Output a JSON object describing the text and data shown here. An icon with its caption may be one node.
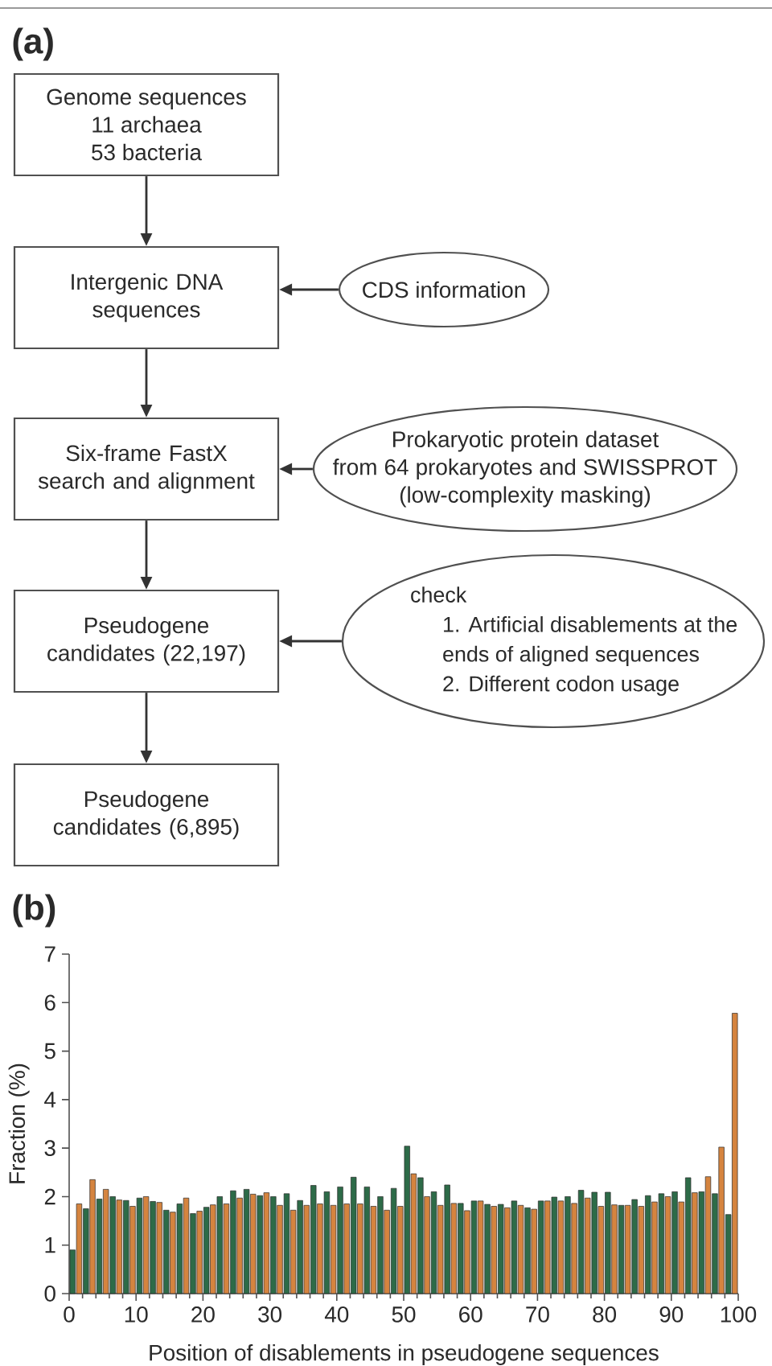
{
  "diagram": {
    "nodes": [
      {
        "text": [
          "Genome sequences",
          "11 archaea",
          "53 bacteria"
        ]
      },
      {
        "text": [
          "Intergenic DNA sequences"
        ]
      },
      {
        "text": [
          "CDS information"
        ]
      },
      {
        "text": [
          "Six-frame FastX search and alignment"
        ]
      },
      {
        "text": [
          "Prokaryotic protein dataset from 64 prokaryotes and SWISSPROT (low-complexity masking)"
        ]
      },
      {
        "text": [
          "Pseudogene candidates (22,197)"
        ]
      },
      {
        "text": [
          "check",
          "1. Artificial disablements at the ends of aligned sequences",
          "2. Different codon usage"
        ]
      },
      {
        "text": [
          "Pseudogene candidates (6,895)"
        ]
      }
    ],
    "edges": [
      {
        "from": 0,
        "to": 1,
        "arrow": "to"
      },
      {
        "from": 2,
        "to": 1,
        "arrow": "to"
      },
      {
        "from": 1,
        "to": 3,
        "arrow": "to"
      },
      {
        "from": 4,
        "to": 3,
        "arrow": "to"
      },
      {
        "from": 3,
        "to": 5,
        "arrow": "to"
      },
      {
        "from": 6,
        "to": 5,
        "arrow": "to"
      },
      {
        "from": 5,
        "to": 7,
        "arrow": "to"
      }
    ],
    "labels": [
      "(a)",
      "(b)"
    ],
    "chart_data": {
      "type": "bar",
      "xlabel": "Position of disablements in pseudogene sequences",
      "ylabel": "Fraction (%)",
      "x": [
        1,
        3,
        5,
        7,
        9,
        11,
        13,
        15,
        17,
        19,
        21,
        23,
        25,
        27,
        29,
        31,
        33,
        35,
        37,
        39,
        41,
        43,
        45,
        47,
        49,
        51,
        53,
        55,
        57,
        59,
        61,
        63,
        65,
        67,
        69,
        71,
        73,
        75,
        77,
        79,
        81,
        83,
        85,
        87,
        89,
        91,
        93,
        95,
        97,
        99
      ],
      "series": [
        {
          "color": "#2d6b48",
          "values": [
            0.9,
            1.75,
            1.95,
            2.0,
            1.92,
            1.97,
            1.9,
            1.72,
            1.85,
            1.65,
            1.78,
            2.0,
            2.12,
            2.15,
            2.02,
            2.0,
            2.06,
            1.92,
            2.23,
            2.1,
            2.2,
            2.4,
            2.2,
            2.0,
            2.17,
            3.04,
            2.39,
            2.1,
            2.24,
            1.86,
            1.91,
            1.84,
            1.84,
            1.91,
            1.77,
            1.91,
            1.99,
            2.0,
            2.13,
            2.09,
            2.09,
            1.82,
            1.94,
            2.02,
            2.06,
            2.1,
            2.39,
            2.1,
            2.06,
            1.63
          ]
        },
        {
          "color": "#d5843f",
          "values": [
            1.85,
            2.35,
            2.15,
            1.93,
            1.8,
            2.0,
            1.88,
            1.68,
            1.97,
            1.7,
            1.83,
            1.85,
            1.97,
            2.05,
            2.08,
            1.82,
            1.72,
            1.82,
            1.85,
            1.82,
            1.85,
            1.85,
            1.8,
            1.72,
            1.8,
            2.47,
            2.0,
            1.82,
            1.86,
            1.71,
            1.91,
            1.8,
            1.77,
            1.82,
            1.74,
            1.91,
            1.91,
            1.86,
            1.97,
            1.8,
            1.83,
            1.82,
            1.8,
            1.89,
            2.0,
            1.89,
            2.08,
            2.41,
            3.02,
            5.78
          ]
        }
      ],
      "xlim": [
        0,
        100
      ],
      "ylim": [
        0,
        7
      ],
      "xticks": [
        0,
        10,
        20,
        30,
        40,
        50,
        60,
        70,
        80,
        90,
        100
      ],
      "yticks": [
        0,
        1,
        2,
        3,
        4,
        5,
        6,
        7
      ]
    }
  }
}
